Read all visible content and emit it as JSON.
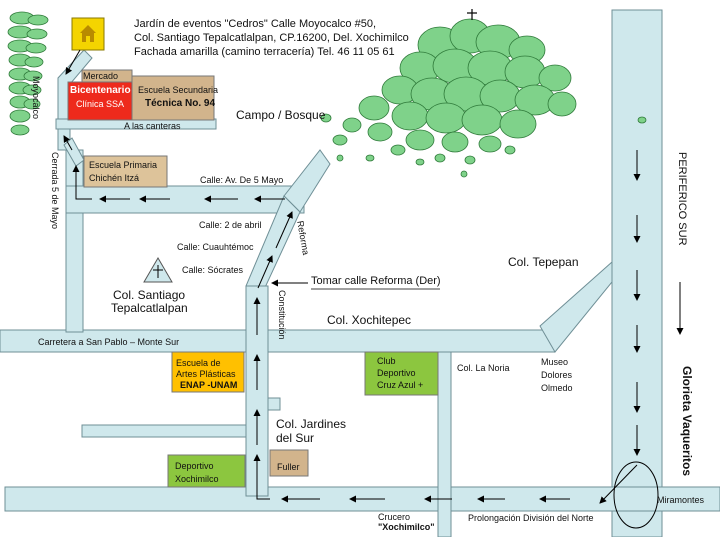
{
  "venue": {
    "line1": "Jardín de eventos \"Cedros\" Calle Moyocalco #50,",
    "line2": "Col. Santiago Tepalcatlalpan, CP.16200, Del. Xochimilco",
    "line3": "Fachada amarilla (camino terracería) Tel. 46 11 05 61"
  },
  "places": {
    "mercado": [
      "Mercado",
      "Bicentenario",
      "Clínica SSA"
    ],
    "secundaria": [
      "Escuela Secundaria",
      "Técnica No. 94"
    ],
    "primaria": [
      "Escuela Primaria",
      "Chichén Itzá"
    ],
    "enap": [
      "Escuela de",
      "Artes Plásticas",
      "ENAP -UNAM"
    ],
    "club": [
      "Club",
      "Deportivo",
      "Cruz Azul +"
    ],
    "deportivo": [
      "Deportivo",
      "Xochimilco"
    ],
    "fuller": "Fuller",
    "museo": [
      "Museo",
      "Dolores",
      "Olmedo"
    ]
  },
  "streets": {
    "moyocalco": "Moyocalco",
    "canteras": "A las canteras",
    "cerrada": "Cerrada 5 de Mayo",
    "av5mayo": "Calle: Av. De 5 Mayo",
    "abril": "Calle: 2 de abril",
    "cuauhtemoc": "Calle: Cuauhtémoc",
    "socrates": "Calle: Sócrates",
    "reforma": "Reforma",
    "constitucion": "Constitución",
    "tomar": "Tomar calle Reforma (Der)",
    "carretera": "Carretera a San Pablo – Monte Sur",
    "periferico": "PERIFERICO SUR",
    "glorieta": "Glorieta Vaqueritos",
    "miramontes": "Miramontes",
    "crucero1": "Crucero",
    "crucero2": "\"Xochimilco\"",
    "prolongacion": "Prolongación División del Norte"
  },
  "areas": {
    "bosque": "Campo / Bosque",
    "santiago": [
      "Col. Santiago",
      "Tepalcatlalpan"
    ],
    "tepepan": "Col. Tepepan",
    "xochitepec": "Col. Xochitepec",
    "noria": "Col. La Noria",
    "jardines": [
      "Col. Jardines",
      "del Sur"
    ]
  },
  "colors": {
    "road": "#cfe8ec",
    "road_border": "#6f8f96",
    "tree": "#7fd28a",
    "tree_border": "#2f7a3a",
    "venue_icon": "#f4d400",
    "mercado": "#ee2a1c",
    "tan": "#d2b48c",
    "primaria": "#ddc39a",
    "enap": "#ffc000",
    "green_box": "#8cc63f"
  },
  "icons": [
    "house-icon",
    "church-cross-icon",
    "triangle-landmark-icon",
    "arrow-icon"
  ]
}
